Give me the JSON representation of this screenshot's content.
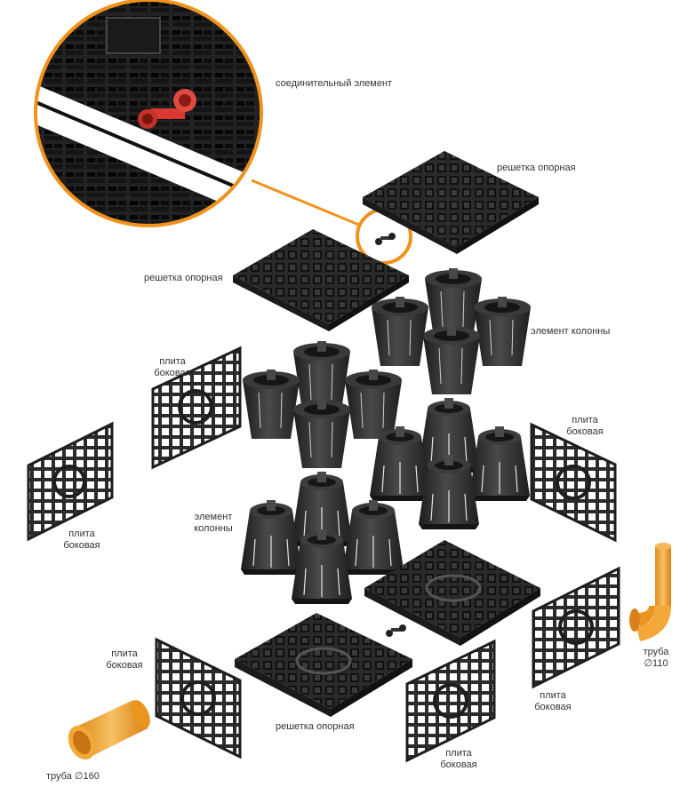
{
  "labels": {
    "connector": "соединительный элемент",
    "grid_top_right": "решетка опорная",
    "grid_top_left": "решетка опорная",
    "column_right": "элемент колонны",
    "column_left": "элемент\nколонны",
    "plate_upper_left": "плита\nбоковая",
    "plate_far_left": "плита\nбоковая",
    "plate_right_mid": "плита\nбоковая",
    "plate_lower_left": "плита\nбоковая",
    "plate_right_low": "плита\nбоковая",
    "plate_bottom_mid": "плита\nбоковая",
    "grid_bottom": "решетка опорная",
    "pipe_110": "труба ∅110",
    "pipe_160": "труба ∅160"
  },
  "colors": {
    "part_dark": "#262626",
    "part_mid": "#3a3a3a",
    "part_light": "#555555",
    "accent_orange": "#f0921d",
    "pipe_orange": "#f3a93b",
    "connector_red": "#d83a32"
  },
  "icons": [
    "callout-magnifier",
    "connector-element",
    "support-grid",
    "column-element",
    "side-plate",
    "pipe-elbow",
    "pipe-straight"
  ]
}
